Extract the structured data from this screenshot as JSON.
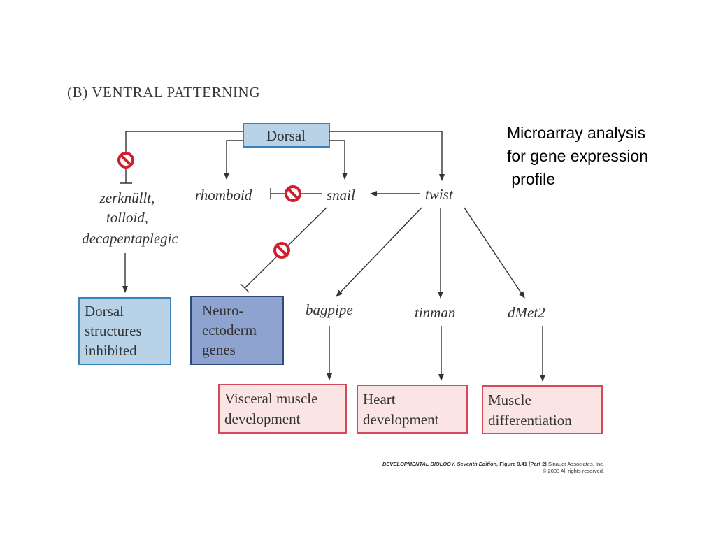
{
  "diagram": {
    "title": "(B)  VENTRAL PATTERNING",
    "nodes": {
      "dorsal": "Dorsal",
      "zerknullt": [
        "zerknüllt,",
        "tolloid,",
        "decapentaplegic"
      ],
      "rhomboid": "rhomboid",
      "snail": "snail",
      "twist": "twist",
      "bagpipe": "bagpipe",
      "tinman": "tinman",
      "dmet2": "dMet2",
      "dorsal_structures": [
        "Dorsal",
        "structures",
        "inhibited"
      ],
      "neuroectoderm": [
        "Neuro-",
        "ectoderm",
        "genes"
      ],
      "visceral_muscle": [
        "Visceral muscle",
        "development"
      ],
      "heart_dev": [
        "Heart",
        "development"
      ],
      "muscle_diff": [
        "Muscle",
        "differentiation"
      ]
    },
    "colors": {
      "dorsal_box": "#b8d3e8",
      "dorsal_box_border": "#3b82b8",
      "neuroectoderm_box": "#8ea3cf",
      "neuroectoderm_box_border": "#2d4a7a",
      "pink_box": "#fbe4e4",
      "pink_box_border": "#d44a5a",
      "inhibit_symbol": "#d0202e"
    }
  },
  "note": {
    "lines": [
      "Microarray analysis",
      "for gene expression",
      " profile"
    ]
  },
  "credit": {
    "book_title": "DEVELOPMENTAL BIOLOGY, Seventh Edition,",
    "figure": " Figure 9.41 (Part 2)",
    "publisher": " Sinauer Associates, Inc.",
    "copyright": "© 2003 All rights reserved."
  }
}
